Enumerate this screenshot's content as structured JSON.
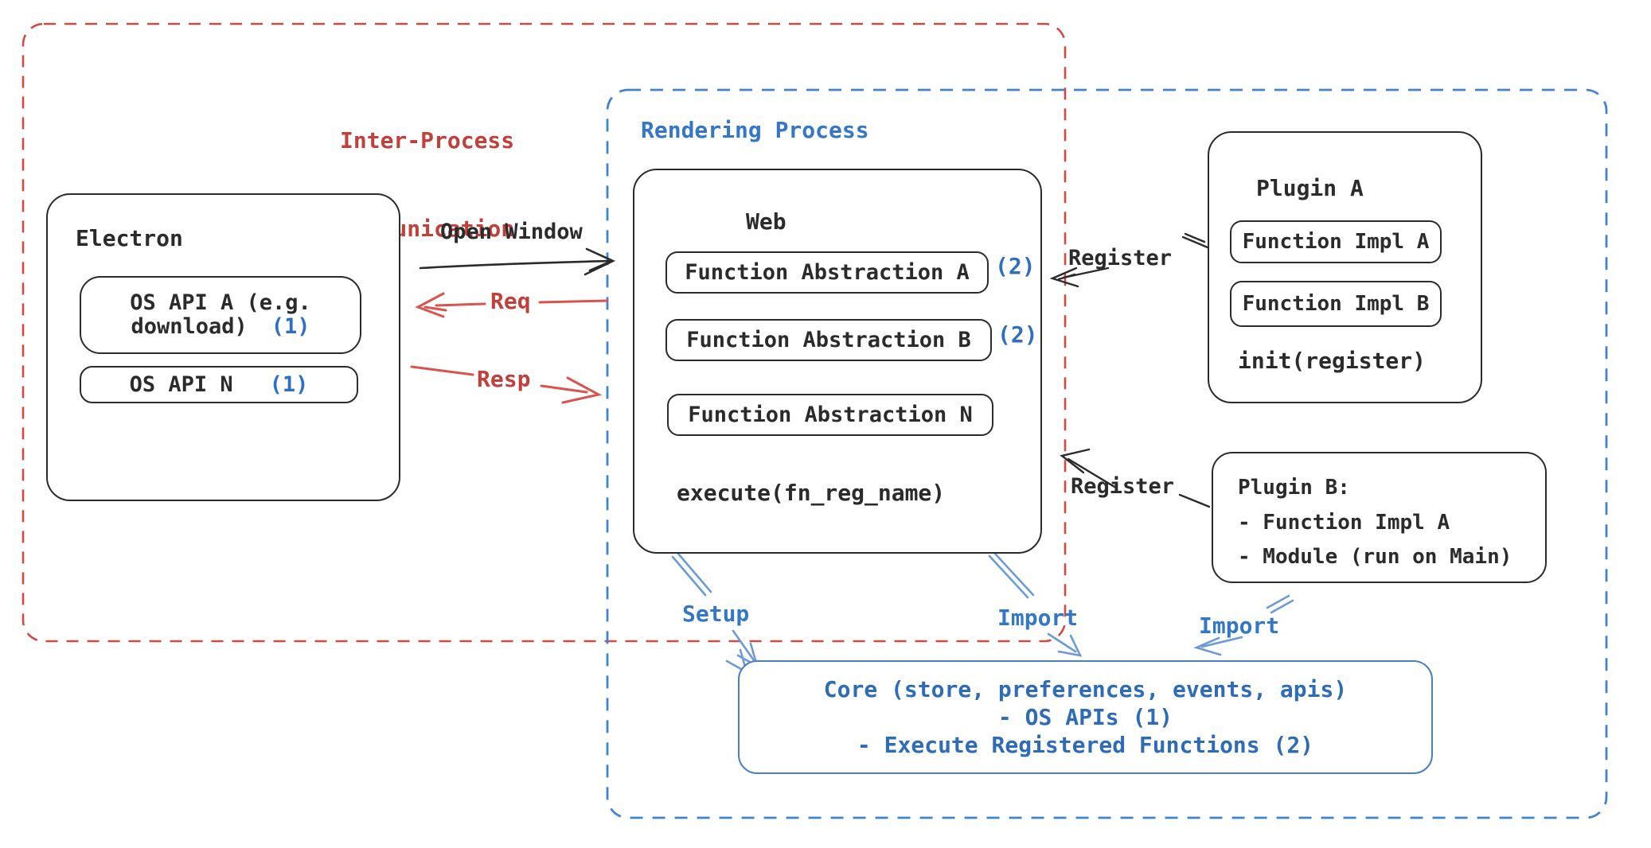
{
  "ipc": {
    "line1": "Inter-Process",
    "line2": "Communication"
  },
  "rendering_process": {
    "label": "Rendering Process"
  },
  "electron": {
    "title": "Electron",
    "os_api_a": {
      "line1": "OS API A (e.g.",
      "line2": "download)",
      "ref": "(1)"
    },
    "os_api_n": {
      "label": "OS API N",
      "ref": "(1)"
    }
  },
  "web": {
    "title": "Web",
    "abstraction_a": "Function Abstraction A",
    "abstraction_a_ref": "(2)",
    "abstraction_b": "Function Abstraction B",
    "abstraction_b_ref": "(2)",
    "abstraction_n": "Function Abstraction N",
    "execute": "execute(fn_reg_name)"
  },
  "plugin_a": {
    "title": "Plugin A",
    "impl_a": "Function Impl A",
    "impl_b": "Function Impl B",
    "init": "init(register)"
  },
  "plugin_b": {
    "title": "Plugin B:",
    "item_1": "- Function Impl A",
    "item_2": "- Module (run on Main)"
  },
  "core": {
    "line1": "Core (store, preferences, events, apis)",
    "line2": "- OS APIs (1)",
    "line3": "- Execute Registered Functions (2)"
  },
  "labels": {
    "open_window": "Open Window",
    "req": "Req",
    "resp": "Resp",
    "register_top": "Register",
    "register_bottom": "Register",
    "setup": "Setup",
    "import_web": "Import",
    "import_plugin": "Import"
  },
  "colors": {
    "red_text": "#C2403C",
    "red_dash": "#D04A44",
    "red_arrow": "#D9534F",
    "blue_text": "#3377C6",
    "blue_dash": "#4183CE",
    "blue_arrow": "#6C9BD8",
    "core_text": "#2E6CB8",
    "ref_blue": "#2F6FC1",
    "ink": "#2B2B2B"
  }
}
